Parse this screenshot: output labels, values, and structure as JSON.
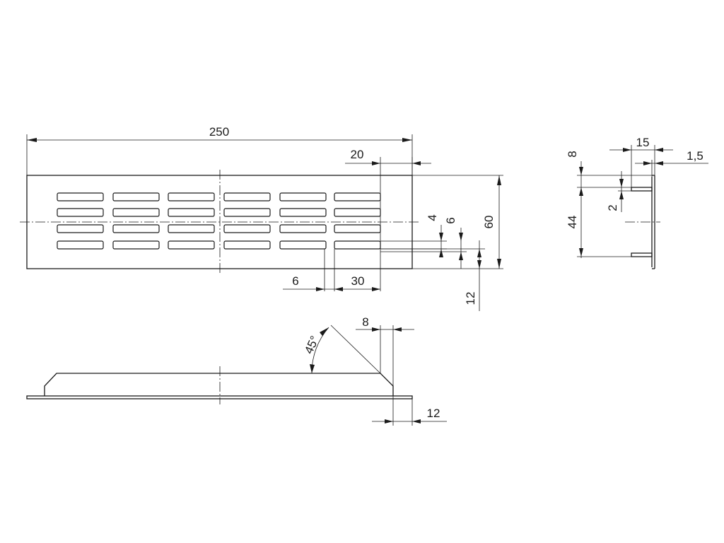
{
  "colors": {
    "line": "#1a1a1a",
    "background": "#ffffff"
  },
  "front_view": {
    "dimensions": {
      "overall_length": "250",
      "edge_to_slot": "20",
      "height": "60",
      "slot_height": "4",
      "slot_pitch": "6",
      "bottom_margin": "12",
      "slot_gap": "6",
      "slot_length": "30"
    }
  },
  "side_view": {
    "dimensions": {
      "depth": "15",
      "thickness": "1,5",
      "top_offset": "8",
      "inner_height": "44",
      "tab_height": "2"
    }
  },
  "section_view": {
    "dimensions": {
      "angle": "45°",
      "chamfer_width": "8",
      "flange_width": "12"
    }
  }
}
